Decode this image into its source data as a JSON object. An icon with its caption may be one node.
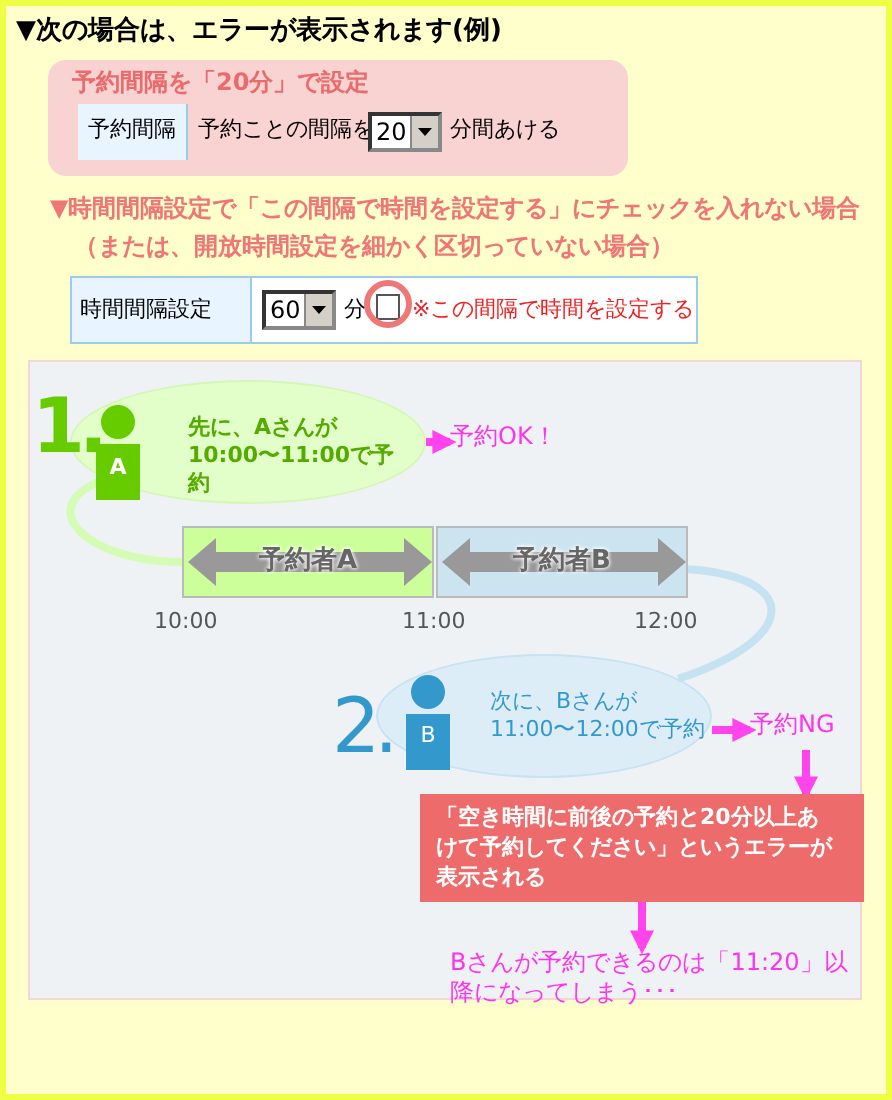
{
  "diagram": {
    "title": "▼次の場合は、エラーが表示されます(例)",
    "nodes": [
      {
        "text": [
          "予約間隔を「20分」で設定"
        ]
      },
      {
        "text": [
          "先に、Aさんが10:00〜11:00で予約"
        ]
      },
      {
        "text": [
          "予約OK！"
        ]
      },
      {
        "text": [
          "予約者A"
        ]
      },
      {
        "text": [
          "予約者B"
        ]
      },
      {
        "text": [
          "次に、Bさんが11:00〜12:00で予約"
        ]
      },
      {
        "text": [
          "予約NG"
        ]
      },
      {
        "text": [
          "「空き時間に前後の予約と20分以上あけて予約してください」というエラーが表示される"
        ]
      },
      {
        "text": [
          "Bさんが予約できるのは「11:20」以降になってしまう･･･"
        ]
      }
    ],
    "edges": [
      {
        "from": 1,
        "to": 2,
        "arrow": "to"
      },
      {
        "from": 1,
        "to": 3,
        "arrow": "none",
        "color": "#d4fcb4"
      },
      {
        "from": 4,
        "to": 5,
        "arrow": "none",
        "color": "#c4e2f0"
      },
      {
        "from": 5,
        "to": 6,
        "arrow": "to"
      },
      {
        "from": 6,
        "to": 7,
        "arrow": "to"
      },
      {
        "from": 7,
        "to": 8,
        "arrow": "to"
      }
    ],
    "labels": [
      "予約間隔",
      "予約ことの間隔を",
      "20",
      "分間あける",
      "▼時間間隔設定で「この間隔で時間を設定する」にチェックを入れない場合",
      "（または、開放時間設定を細かく区切っていない場合）",
      "時間間隔設定",
      "60",
      "分",
      "※この間隔で時間を設定する",
      "1.",
      "A",
      "10:00",
      "11:00",
      "12:00",
      "2.",
      "B"
    ]
  }
}
